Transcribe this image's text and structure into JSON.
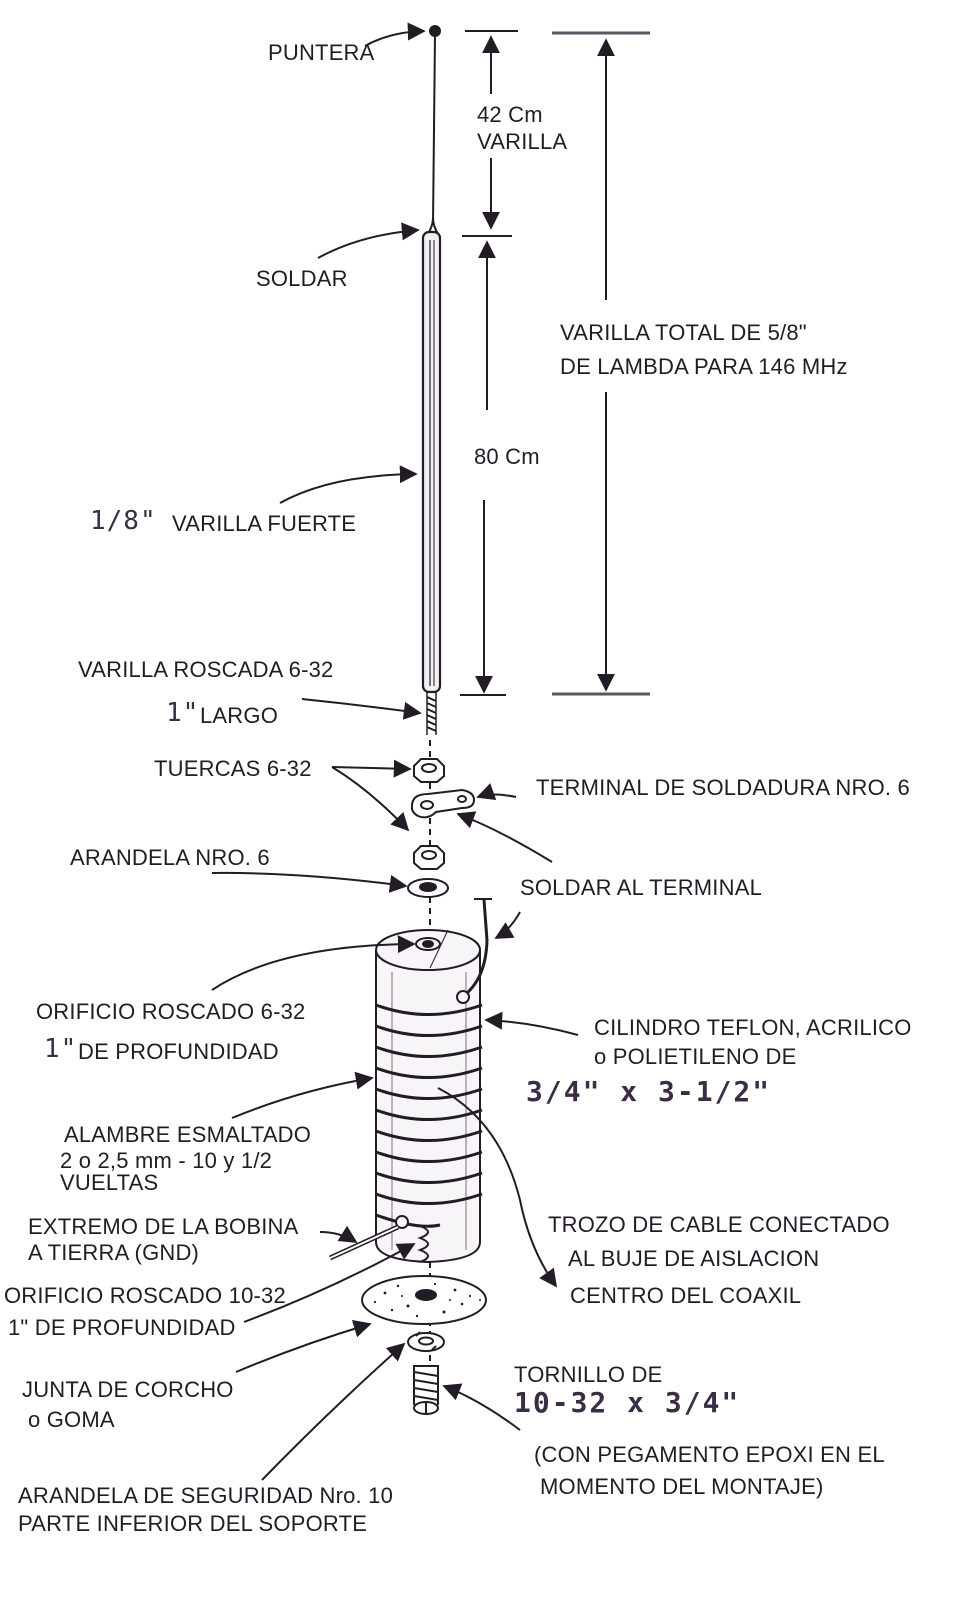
{
  "colors": {
    "ink": "#231b25",
    "handwriting": "#3a2d45",
    "rod_fill": "#f3f0f4",
    "cylinder_fill": "#f7f5f8",
    "background": "#ffffff"
  },
  "labels": {
    "puntera": "PUNTERA",
    "varilla_42_len": "42 Cm",
    "varilla_42_word": "VARILLA",
    "soldar": "SOLDAR",
    "total_line1": "VARILLA TOTAL DE 5/8\"",
    "total_line2": "DE LAMBDA PARA 146 MHz",
    "varilla_80_len": "80 Cm",
    "varilla_fuerte_size": "1/8\"",
    "varilla_fuerte": "VARILLA FUERTE",
    "varilla_roscada": "VARILLA ROSCADA 6-32",
    "largo_size": "1\"",
    "largo": "LARGO",
    "tuercas": "TUERCAS 6-32",
    "terminal_soldadura": "TERMINAL DE SOLDADURA NRO. 6",
    "arandela_6": "ARANDELA NRO. 6",
    "soldar_terminal": "SOLDAR AL TERMINAL",
    "orificio_632": "ORIFICIO ROSCADO 6-32",
    "profundidad_1_size": "1\"",
    "profundidad_1": "DE PROFUNDIDAD",
    "cilindro_line1": "CILINDRO TEFLON, ACRILICO",
    "cilindro_line2": "o POLIETILENO DE",
    "cilindro_size": "3/4\" x 3-1/2\"",
    "alambre_line1": "ALAMBRE ESMALTADO",
    "alambre_line2": "2 o 2,5 mm - 10 y 1/2",
    "alambre_line3": "VUELTAS",
    "extremo_line1": "EXTREMO DE LA BOBINA",
    "extremo_line2": "A TIERRA (GND)",
    "trozo_line1": "TROZO DE CABLE CONECTADO",
    "trozo_line2": "AL BUJE DE AISLACION",
    "trozo_line3": "CENTRO DEL COAXIL",
    "orificio_1032": "ORIFICIO ROSCADO 10-32",
    "profundidad_2": "1\" DE PROFUNDIDAD",
    "junta_line1": "JUNTA DE CORCHO",
    "junta_line2": "o GOMA",
    "tornillo_line1": "TORNILLO DE",
    "tornillo_size": "10-32 x 3/4\"",
    "epoxi_line1": "(CON PEGAMENTO EPOXI EN EL",
    "epoxi_line2": "MOMENTO DEL MONTAJE)",
    "arandela_seg_line1": "ARANDELA DE SEGURIDAD Nro. 10",
    "arandela_seg_line2": "PARTE INFERIOR DEL SOPORTE"
  }
}
